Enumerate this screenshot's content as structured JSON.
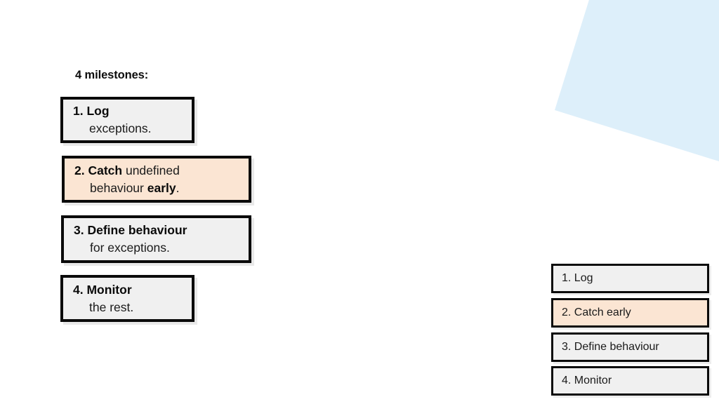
{
  "slide": {
    "background_color": "#ffffff",
    "heading": "4 milestones:",
    "accent_color": "#fbe5d3",
    "card_fill_color": "#f0f0f0",
    "border_color": "#0a0a0a",
    "decor": {
      "shape_name": "blue-angled-panel",
      "color": "#ddeffa"
    }
  },
  "milestones": [
    {
      "number": "1.",
      "line1_bold": "Log",
      "line1_rest": "",
      "line2_plain": "exceptions.",
      "line2_bold": "",
      "line2_tail": "",
      "highlighted": false
    },
    {
      "number": "2.",
      "line1_bold": "Catch",
      "line1_rest": " undefined",
      "line2_plain": "behaviour ",
      "line2_bold": "early",
      "line2_tail": ".",
      "highlighted": true
    },
    {
      "number": "3.",
      "line1_bold": "Define behaviour",
      "line1_rest": "",
      "line2_plain": "for exceptions.",
      "line2_bold": "",
      "line2_tail": "",
      "highlighted": false
    },
    {
      "number": "4.",
      "line1_bold": "Monitor",
      "line1_rest": "",
      "line2_plain": "the rest.",
      "line2_bold": "",
      "line2_tail": "",
      "highlighted": false
    }
  ],
  "summary_list": [
    {
      "label": "1.  Log",
      "highlighted": false
    },
    {
      "label": "2.  Catch early",
      "highlighted": true
    },
    {
      "label": "3.  Define behaviour",
      "highlighted": false
    },
    {
      "label": "4. Monitor",
      "highlighted": false
    }
  ]
}
